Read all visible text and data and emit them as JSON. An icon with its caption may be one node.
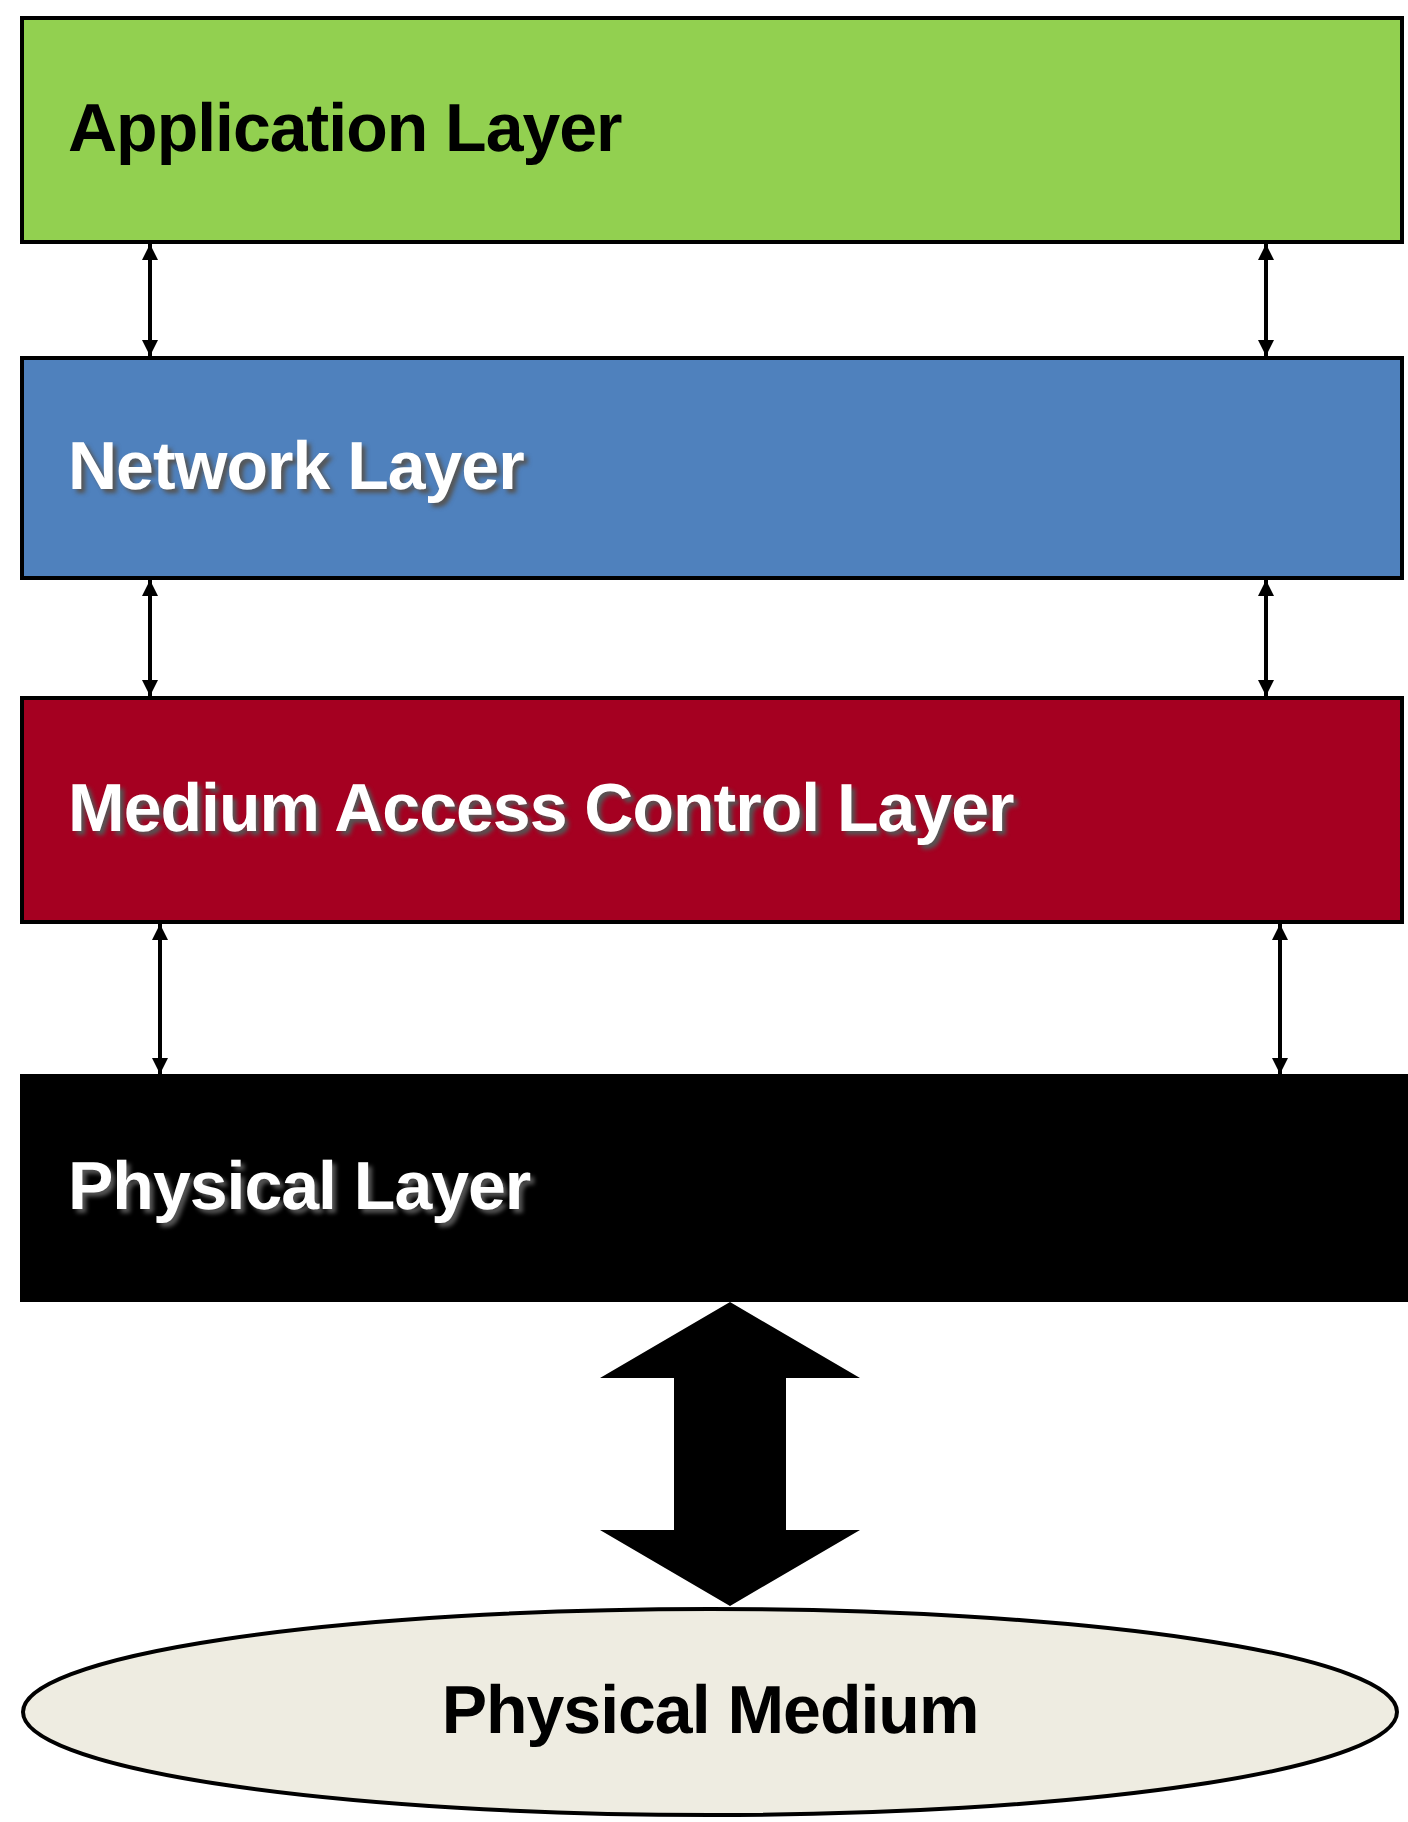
{
  "diagram": {
    "nodes": [
      {
        "text": [
          "Application Layer"
        ]
      },
      {
        "text": [
          "Network Layer"
        ]
      },
      {
        "text": [
          "Medium Access Control Layer"
        ]
      },
      {
        "text": [
          "Physical Layer"
        ]
      },
      {
        "text": [
          "Physical Medium"
        ]
      }
    ],
    "edges": [
      {
        "from": 0,
        "to": 1,
        "arrow": "both"
      },
      {
        "from": 0,
        "to": 1,
        "arrow": "both"
      },
      {
        "from": 1,
        "to": 2,
        "arrow": "both"
      },
      {
        "from": 1,
        "to": 2,
        "arrow": "both"
      },
      {
        "from": 2,
        "to": 3,
        "arrow": "both"
      },
      {
        "from": 2,
        "to": 3,
        "arrow": "both"
      },
      {
        "from": 3,
        "to": 4,
        "arrow": "both",
        "style": "thick"
      }
    ]
  }
}
